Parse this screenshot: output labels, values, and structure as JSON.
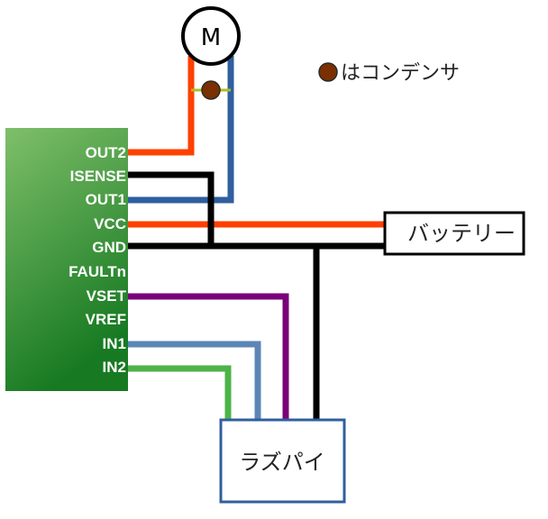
{
  "driver": {
    "pins": [
      "OUT2",
      "ISENSE",
      "OUT1",
      "VCC",
      "GND",
      "FAULTn",
      "VSET",
      "VREF",
      "IN1",
      "IN2"
    ]
  },
  "motor": {
    "label": "M"
  },
  "legend": {
    "label": "はコンデンサ"
  },
  "battery": {
    "label": "バッテリー"
  },
  "raspberry_pi": {
    "label": "ラズパイ"
  },
  "colors": {
    "driver_gradient_top": "#7fbf6a",
    "driver_gradient_bottom": "#177a22",
    "out2_wire": "#ff4000",
    "out1_wire": "#2f5f9f",
    "vcc_wire": "#ff4000",
    "gnd_wire": "#000000",
    "isense_wire": "#000000",
    "vset_wire": "#7a007a",
    "in1_wire": "#5b86b6",
    "in2_wire": "#4db348",
    "capacitor_fill": "#7a3000",
    "capacitor_lead": "#aac020",
    "pi_border": "#2f5f9f"
  }
}
